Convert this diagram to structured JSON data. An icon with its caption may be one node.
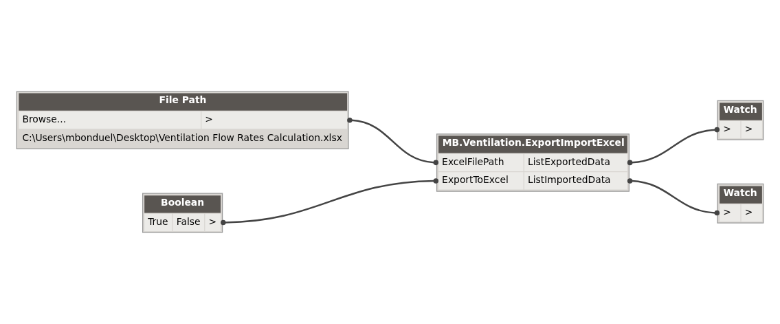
{
  "diagram": {
    "nodes": [
      {
        "text": [
          "File Path",
          "Browse...",
          ">",
          "C:\\Users\\mbonduel\\Desktop\\Ventilation Flow Rates Calculation.xlsx"
        ]
      },
      {
        "text": [
          "Boolean",
          "True",
          "False",
          ">"
        ]
      },
      {
        "text": [
          "MB.Ventilation.ExportImportExcel",
          "ExcelFilePath",
          "ExportToExcel",
          "ListExportedData",
          "ListImportedData"
        ]
      },
      {
        "text": [
          "Watch",
          ">",
          ">"
        ]
      },
      {
        "text": [
          "Watch",
          ">",
          ">"
        ]
      }
    ],
    "edges": [
      {
        "from": 0,
        "to": 2,
        "arrow": "other"
      },
      {
        "from": 1,
        "to": 2,
        "arrow": "other"
      },
      {
        "from": 2,
        "to": 3,
        "arrow": "other"
      },
      {
        "from": 2,
        "to": 4,
        "arrow": "other"
      }
    ]
  }
}
